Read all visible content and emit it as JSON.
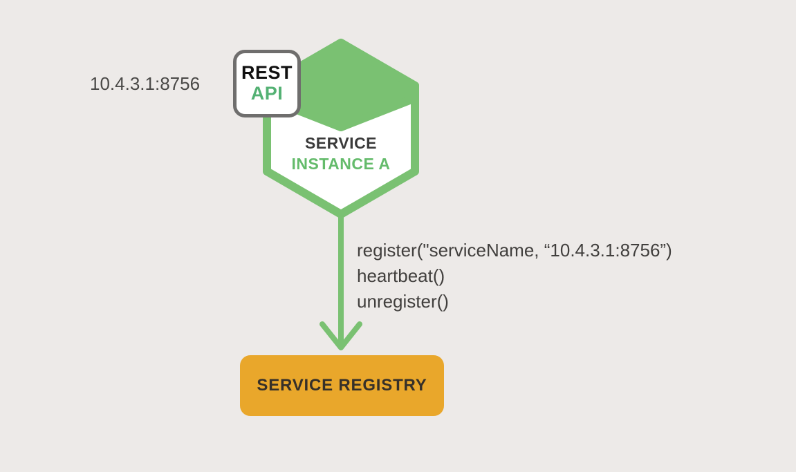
{
  "colors": {
    "background": "#edeae8",
    "hexagon_green": "#7ac172",
    "text_green": "#64bb6b",
    "api_green": "#53b173",
    "registry_orange": "#e9a72b",
    "dark_text": "#3a3a3a",
    "badge_border": "#6f6e6d"
  },
  "diagram": {
    "instance_address": "10.4.3.1:8756",
    "api_badge": {
      "line1": "REST",
      "line2": "API"
    },
    "service_instance": {
      "line1": "SERVICE",
      "line2": "INSTANCE A"
    },
    "registry_calls": [
      "register(\"serviceName, “10.4.3.1:8756”)",
      "heartbeat()",
      "unregister()"
    ],
    "registry": {
      "label": "SERVICE REGISTRY"
    }
  }
}
